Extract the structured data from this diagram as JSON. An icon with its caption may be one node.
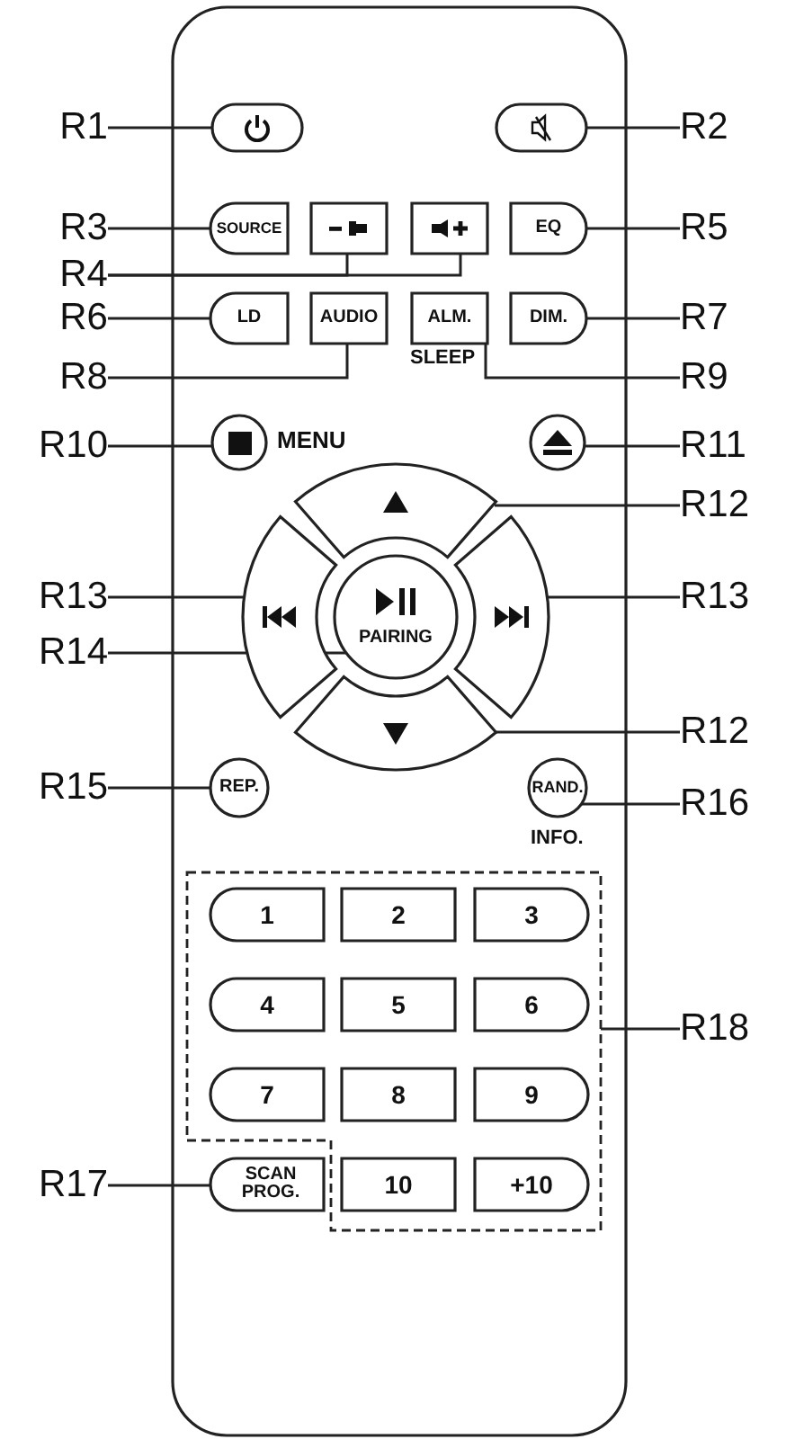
{
  "diagram": {
    "nodes": [
      {
        "text": [
          "R1"
        ]
      },
      {
        "text": [],
        "shape": "box"
      },
      {
        "text": [],
        "shape": "box"
      },
      {
        "text": [
          "R2"
        ]
      },
      {
        "text": [
          "R3"
        ]
      },
      {
        "text": [
          "SOURCE"
        ]
      },
      {
        "text": [],
        "shape": "box"
      },
      {
        "text": [],
        "shape": "box"
      },
      {
        "text": [
          "EQ"
        ]
      },
      {
        "text": [
          "R5"
        ]
      },
      {
        "text": [
          "R4"
        ]
      },
      {
        "text": [
          "R6"
        ]
      },
      {
        "text": [
          "LD"
        ]
      },
      {
        "text": [
          "AUDIO"
        ]
      },
      {
        "text": [
          "ALM."
        ],
        "beside": [
          "SLEEP"
        ]
      },
      {
        "text": [
          "DIM."
        ]
      },
      {
        "text": [
          "R7"
        ]
      },
      {
        "text": [
          "R8"
        ]
      },
      {
        "text": [
          "R9"
        ]
      },
      {
        "text": [
          "R10"
        ]
      },
      {
        "text": [],
        "shape": "circle",
        "beside": [
          "MENU"
        ]
      },
      {
        "text": [],
        "shape": "circle"
      },
      {
        "text": [
          "R11"
        ]
      },
      {
        "text": [],
        "shape": "arc"
      },
      {
        "text": [
          "R12"
        ]
      },
      {
        "text": [
          "R13"
        ]
      },
      {
        "text": [],
        "shape": "arc"
      },
      {
        "text": [
          "PAIRING"
        ]
      },
      {
        "text": [],
        "shape": "arc"
      },
      {
        "text": [
          "R13"
        ]
      },
      {
        "text": [
          "R14"
        ]
      },
      {
        "text": [],
        "shape": "arc"
      },
      {
        "text": [
          "R12"
        ]
      },
      {
        "text": [
          "R15"
        ]
      },
      {
        "text": [
          "REP."
        ]
      },
      {
        "text": [
          "RAND."
        ],
        "beside": [
          "INFO."
        ]
      },
      {
        "text": [
          "R16"
        ]
      },
      {
        "text": [],
        "shape": "box"
      },
      {
        "text": [
          "1"
        ],
        "in": 37
      },
      {
        "text": [
          "2"
        ],
        "in": 37
      },
      {
        "text": [
          "3"
        ],
        "in": 37
      },
      {
        "text": [
          "4"
        ],
        "in": 37
      },
      {
        "text": [
          "5"
        ],
        "in": 37
      },
      {
        "text": [
          "6"
        ],
        "in": 37
      },
      {
        "text": [
          "7"
        ],
        "in": 37
      },
      {
        "text": [
          "8"
        ],
        "in": 37
      },
      {
        "text": [
          "9"
        ],
        "in": 37
      },
      {
        "text": [
          "R18"
        ]
      },
      {
        "text": [
          "R17"
        ]
      },
      {
        "text": [
          "SCAN PROG."
        ]
      },
      {
        "text": [
          "10"
        ],
        "in": 37
      },
      {
        "text": [
          "+10"
        ],
        "in": 37
      }
    ],
    "edges": [
      {
        "from": 0,
        "to": 1,
        "arrow": "none"
      },
      {
        "from": 3,
        "to": 2,
        "arrow": "none"
      },
      {
        "from": 4,
        "to": 5,
        "arrow": "none"
      },
      {
        "from": 9,
        "to": 8,
        "arrow": "none"
      },
      {
        "from": 10,
        "to": 6,
        "arrow": "none"
      },
      {
        "from": 10,
        "to": 7,
        "arrow": "none"
      },
      {
        "from": 11,
        "to": 12,
        "arrow": "none"
      },
      {
        "from": 16,
        "to": 15,
        "arrow": "none"
      },
      {
        "from": 17,
        "to": 13,
        "arrow": "none"
      },
      {
        "from": 18,
        "to": 14,
        "arrow": "none"
      },
      {
        "from": 19,
        "to": 20,
        "arrow": "none"
      },
      {
        "from": 22,
        "to": 21,
        "arrow": "none"
      },
      {
        "from": 24,
        "to": 23,
        "arrow": "none"
      },
      {
        "from": 25,
        "to": 26,
        "arrow": "none"
      },
      {
        "from": 29,
        "to": 28,
        "arrow": "none"
      },
      {
        "from": 30,
        "to": 27,
        "arrow": "none"
      },
      {
        "from": 32,
        "to": 31,
        "arrow": "none"
      },
      {
        "from": 33,
        "to": 34,
        "arrow": "none"
      },
      {
        "from": 36,
        "to": 35,
        "arrow": "none"
      },
      {
        "from": 47,
        "to": 37,
        "arrow": "none"
      },
      {
        "from": 48,
        "to": 49,
        "arrow": "none"
      }
    ]
  }
}
